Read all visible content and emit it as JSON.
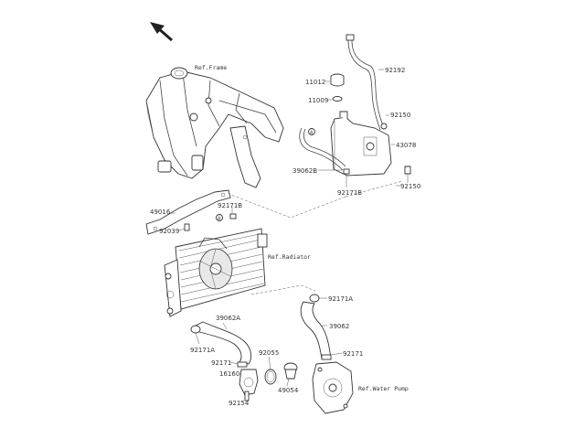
{
  "direction_icon": "arrow-up-left-icon",
  "references": {
    "frame": "Ref.Frame",
    "radiator": "Ref.Radiator",
    "water_pump": "Ref.Water Pump"
  },
  "parts": {
    "p92192": "92192",
    "p11012": "11012",
    "p11009": "11009",
    "p92150a": "92150",
    "p43078": "43078",
    "p39062b": "39062B",
    "p92171b_1": "92171B",
    "p92150b": "92150",
    "p49016": "49016",
    "p92171b_2": "92171B",
    "p92039": "92039",
    "p92171a_1": "92171A",
    "p39062": "39062",
    "p39062a": "39062A",
    "p92171a_2": "92171A",
    "p92055": "92055",
    "p92171_1": "92171",
    "p16160": "16160",
    "p49054": "49054",
    "p92154": "92154",
    "p92171_2": "92171"
  },
  "callouts": {
    "a1": "A",
    "a2": "A"
  }
}
